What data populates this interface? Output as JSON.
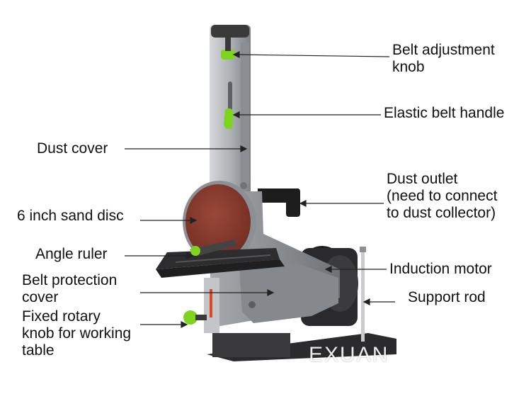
{
  "labels": {
    "belt_adjustment_knob": [
      "Belt adjustment",
      "knob"
    ],
    "elastic_belt_handle": [
      "Elastic belt handle"
    ],
    "dust_cover": [
      "Dust cover"
    ],
    "dust_outlet": [
      "Dust outlet",
      "(need to connect",
      "to dust collector)"
    ],
    "sand_disc": [
      "6 inch sand disc"
    ],
    "angle_ruler": [
      "Angle ruler"
    ],
    "induction_motor": [
      "Induction motor"
    ],
    "belt_protection_cover": [
      "Belt protection",
      "cover"
    ],
    "support_rod": [
      "Support rod"
    ],
    "fixed_rotary_knob": [
      "Fixed rotary",
      "knob for working",
      "table"
    ]
  },
  "watermark": "EXUAN",
  "colors": {
    "machine_body": "#8f9296",
    "belt_arm": "#b9bcc0",
    "sand_disc": "#8a3a2c",
    "accent_knob": "#7ed321",
    "base": "#2b2b2d",
    "motor": "#1e1e1f",
    "leader_line": "#222222"
  }
}
